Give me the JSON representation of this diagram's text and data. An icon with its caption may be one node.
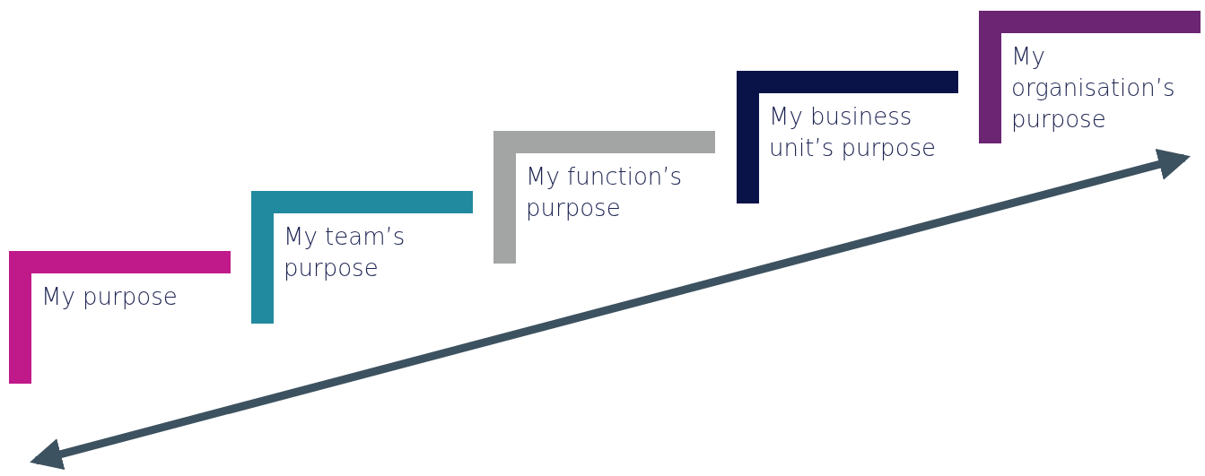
{
  "diagram": {
    "nodes": [
      {
        "text": [
          "My purpose"
        ]
      },
      {
        "text": [
          "My team’s purpose"
        ]
      },
      {
        "text": [
          "My function’s purpose"
        ]
      },
      {
        "text": [
          "My business unit’s purpose"
        ]
      },
      {
        "text": [
          "My organisation’s purpose"
        ]
      }
    ]
  }
}
